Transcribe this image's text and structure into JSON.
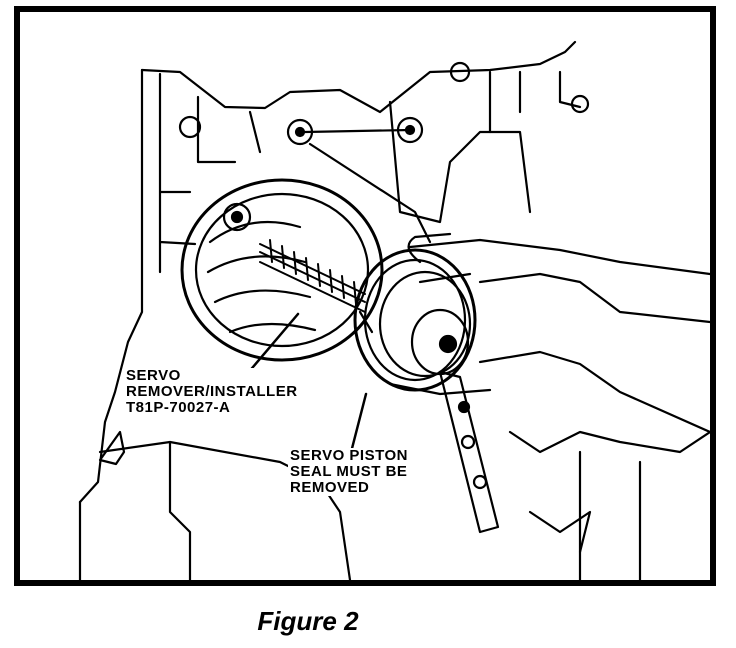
{
  "figure": {
    "callouts": {
      "tool": [
        "SERVO",
        "REMOVER/INSTALLER",
        "T81P-70027-A"
      ],
      "seal": [
        "SERVO PISTON",
        "SEAL MUST BE",
        "REMOVED"
      ]
    },
    "caption": "Figure 2"
  }
}
